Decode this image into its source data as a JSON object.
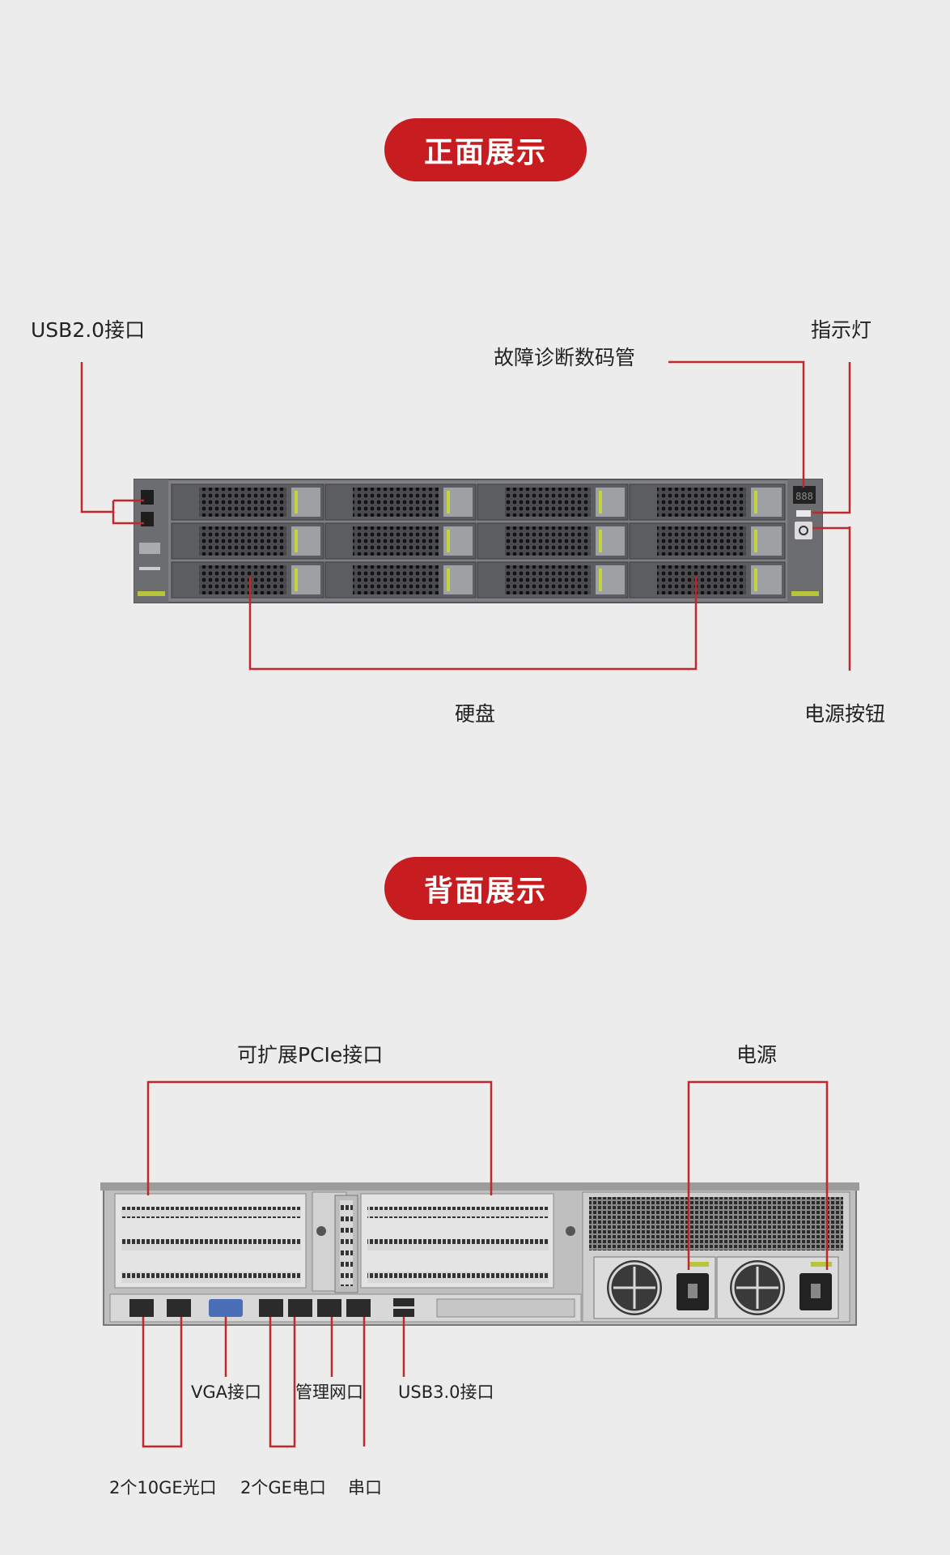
{
  "front": {
    "title": "正面展示",
    "labels": {
      "usb2": "USB2.0接口",
      "fault_display": "故障诊断数码管",
      "indicator": "指示灯",
      "hard_disk": "硬盘",
      "power_button": "电源按钮"
    }
  },
  "back": {
    "title": "背面展示",
    "labels": {
      "pcie": "可扩展PCIe接口",
      "power_supply": "电源",
      "vga": "VGA接口",
      "mgmt_port": "管理网口",
      "usb3": "USB3.0接口",
      "ge10_optical": "2个10GE光口",
      "ge_electrical": "2个GE电口",
      "serial": "串口"
    }
  },
  "colors": {
    "accent": "#c81d20",
    "leader_line": "#c0282b",
    "background": "#ececec",
    "chassis": "#7d7f82"
  }
}
